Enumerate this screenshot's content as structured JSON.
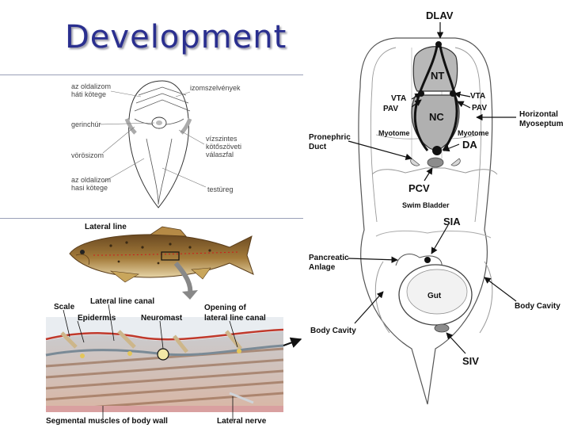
{
  "title": "Development",
  "cross_section_labels": {
    "dorsal_layer": [
      "az oldalizom",
      "háti kötege"
    ],
    "muscle_segments": "izomszelvények",
    "notochord": "gerinchúr",
    "horizontal_septum": [
      "vízszintes",
      "kötőszöveti",
      "válaszfal"
    ],
    "red_muscle": "vörösizom",
    "ventral_layer": [
      "az oldalizom",
      "hasi kötege"
    ],
    "body_cavity": "testüreg"
  },
  "lateral_line_labels": {
    "lateral_line": "Lateral line",
    "scale": "Scale",
    "canal": "Lateral line canal",
    "epidermis": "Epidermis",
    "neuromast": "Neuromast",
    "opening": [
      "Opening of",
      "lateral line canal"
    ],
    "segmental_muscles": "Segmental muscles of body wall",
    "lateral_nerve": "Lateral nerve"
  },
  "embryo_labels": {
    "dlav": "DLAV",
    "nt": "NT",
    "nc": "NC",
    "vta_left": "VTA",
    "pav_left": "PAV",
    "vta_right": "VTA",
    "pav_right": "PAV",
    "myotome_left": "Myotome",
    "myotome_right": "Myotome",
    "da": "DA",
    "horizontal_myoseptum": [
      "Horizontal",
      "Myoseptum"
    ],
    "pronephric_duct": [
      "Pronephric",
      "Duct"
    ],
    "pcv": "PCV",
    "swim_bladder": "Swim Bladder",
    "sia": "SIA",
    "pancreatic_anlage": [
      "Pancreatic",
      "Anlage"
    ],
    "gut": "Gut",
    "body_cavity_right": "Body Cavity",
    "body_cavity_left": "Body Cavity",
    "siv": "SIV"
  },
  "colors": {
    "title": "#2a2f8f",
    "vessel": "#111111",
    "gray_fill": "#9a9a9a",
    "fish_line": "#d11a1a",
    "skin": "#e8e8e8"
  }
}
